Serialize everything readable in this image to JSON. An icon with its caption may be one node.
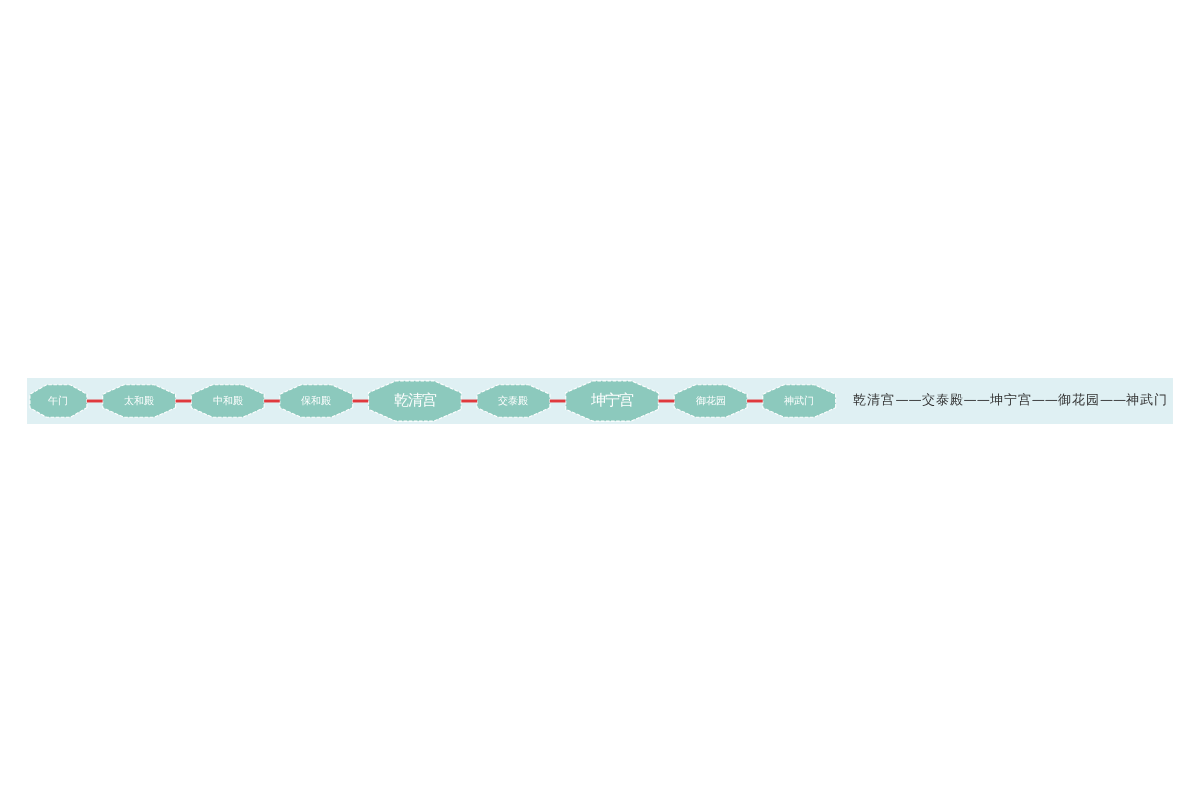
{
  "diagram": {
    "nodes": [
      {
        "text": [
          "午门"
        ]
      },
      {
        "text": [
          "太和殿"
        ]
      },
      {
        "text": [
          "中和殿"
        ]
      },
      {
        "text": [
          "保和殿"
        ]
      },
      {
        "text": [
          "乾清宫"
        ]
      },
      {
        "text": [
          "交泰殿"
        ]
      },
      {
        "text": [
          "坤宁宫"
        ]
      },
      {
        "text": [
          "御花园"
        ]
      },
      {
        "text": [
          "神武门"
        ]
      }
    ],
    "edges": [
      {
        "from": 0,
        "to": 1,
        "arrow": "none"
      },
      {
        "from": 1,
        "to": 2,
        "arrow": "none"
      },
      {
        "from": 2,
        "to": 3,
        "arrow": "none"
      },
      {
        "from": 3,
        "to": 4,
        "arrow": "none"
      },
      {
        "from": 4,
        "to": 5,
        "arrow": "none"
      },
      {
        "from": 5,
        "to": 6,
        "arrow": "none"
      },
      {
        "from": 6,
        "to": 7,
        "arrow": "none"
      },
      {
        "from": 7,
        "to": 8,
        "arrow": "none"
      }
    ],
    "labels": [
      "乾清宫——交泰殿——坤宁宫——御花园——神武门"
    ]
  }
}
